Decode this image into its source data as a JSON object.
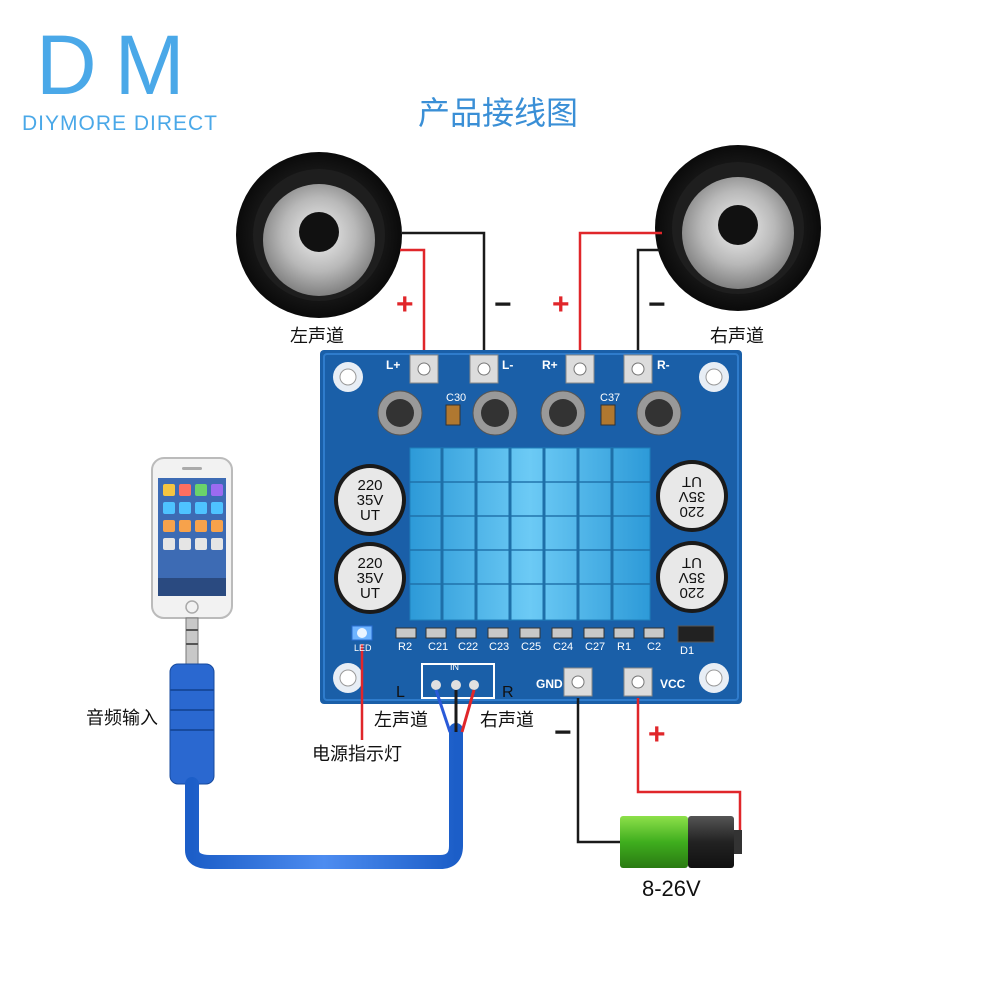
{
  "logo": {
    "mark": "DM",
    "name": "DIYMORE DIRECT"
  },
  "title": "产品接线图",
  "labels": {
    "left_speaker": "左声道",
    "right_speaker": "右声道",
    "audio_input": "音频输入",
    "power_led": "电源指示灯",
    "left_channel": "左声道",
    "right_channel": "右声道",
    "voltage": "8-26V",
    "input_l": "L",
    "input_r": "R"
  },
  "signs": {
    "plus": "+",
    "minus": "−"
  },
  "pcb": {
    "pins_top": [
      "L+",
      "L-",
      "R+",
      "R-"
    ],
    "pin_gnd": "GND",
    "pin_vcc": "VCC",
    "caps": [
      {
        "v1": "220",
        "v2": "35V",
        "v3": "UT"
      },
      {
        "v1": "220",
        "v2": "35V",
        "v3": "UT"
      },
      {
        "v1": "220",
        "v2": "35V",
        "v3": "UT"
      },
      {
        "v1": "220",
        "v2": "35V",
        "v3": "UT"
      }
    ],
    "silk_bottom": [
      "R2",
      "C21",
      "C22",
      "C23",
      "C25",
      "C24",
      "C27",
      "R1",
      "C2",
      "D1"
    ],
    "silk_top": [
      "C30",
      "C37"
    ],
    "led_label": "LED",
    "jack_label": "IN"
  },
  "colors": {
    "red_wire": "#e0262a",
    "black_wire": "#1a1a1a",
    "pcb": "#1a5fa8",
    "heatsink": "#3ab0ea",
    "accent": "#4aa8e8"
  }
}
